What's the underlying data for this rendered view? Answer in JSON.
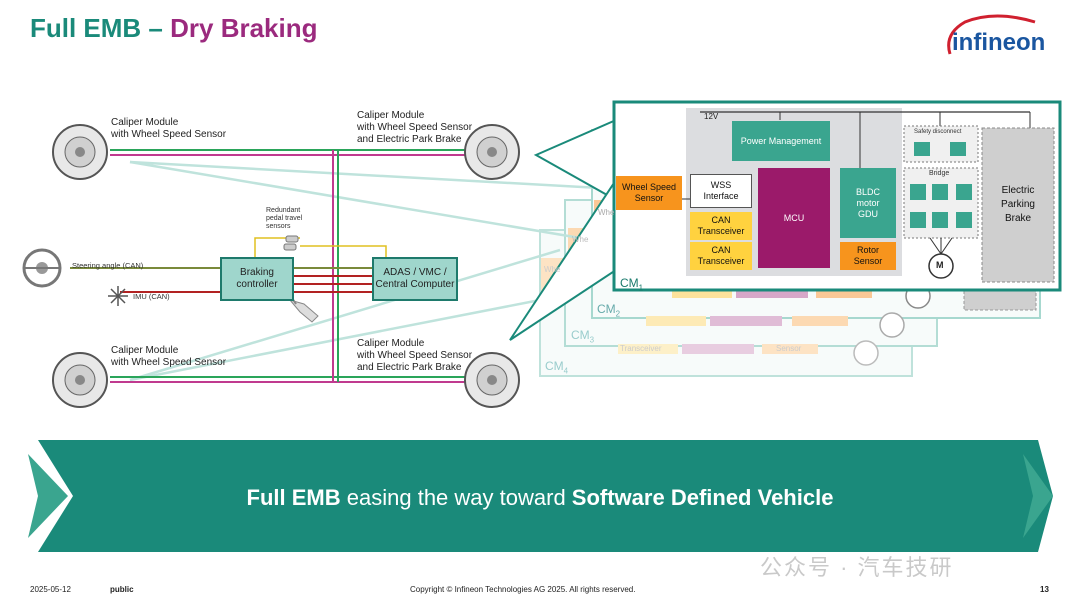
{
  "title": {
    "part1": "Full EMB – ",
    "part2": "Dry Braking"
  },
  "logo_text": "infineon",
  "diagram": {
    "caliper_tl": "Caliper Module\nwith Wheel Speed Sensor",
    "caliper_tr": "Caliper Module\nwith Wheel Speed Sensor\nand Electric Park Brake",
    "caliper_bl": "Caliper Module\nwith Wheel Speed Sensor",
    "caliper_br": "Caliper Module\nwith Wheel Speed Sensor\nand Electric Park Brake",
    "redundant_sensor": "Redundant\npedal travel\nsensors",
    "steering": "Steering angle (CAN)",
    "imu": "IMU (CAN)",
    "braking_controller": "Braking\ncontroller",
    "central_computer": "ADAS / VMC /\nCentral Computer"
  },
  "cm": {
    "label_1": "CM",
    "sub_1": "1",
    "label_2": "CM",
    "sub_2": "2",
    "label_3": "CM",
    "sub_3": "3",
    "label_4": "CM",
    "sub_4": "4",
    "v12": "12V",
    "power_mgmt": "Power Management",
    "safety_disconnect": "Safety disconnect",
    "bridge": "Bridge",
    "wheel_speed_sensor": "Wheel Speed\nSensor",
    "wss_interface": "WSS\nInterface",
    "can_transceiver_1": "CAN\nTransceiver",
    "can_transceiver_2": "CAN\nTransceiver",
    "mcu": "MCU",
    "bldc": "BLDC\nmotor\nGDU",
    "rotor_sensor": "Rotor\nSensor",
    "motor": "M",
    "epb": "Electric\nParking\nBrake",
    "ghost_wheel": "Whe",
    "ghost_transceiver": "Transceiver",
    "ghost_sensor": "Sensor"
  },
  "banner": {
    "bold1": "Full EMB",
    "mid": " easing the way toward ",
    "bold2": "Software Defined Vehicle"
  },
  "footer": {
    "date": "2025-05-12",
    "classification": "public",
    "copyright": "Copyright © Infineon Technologies AG 2025. All rights reserved.",
    "page": "13"
  },
  "watermark": "公众号 · 汽车技研",
  "colors": {
    "teal": "#1a8a7a",
    "magenta": "#9b2a7e",
    "red_line": "#b22222",
    "orange": "#f7941d",
    "yellow": "#ffd23f",
    "mcu_purple": "#9b1a6a"
  }
}
